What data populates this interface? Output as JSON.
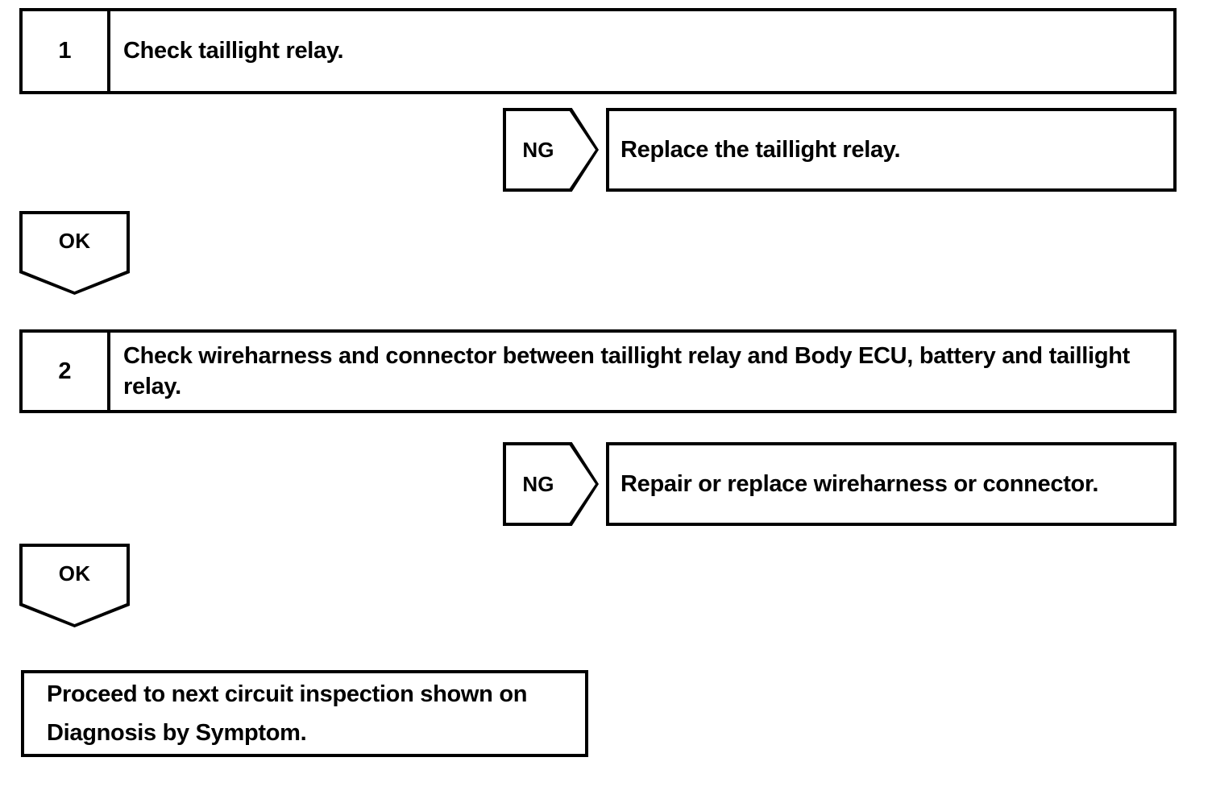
{
  "diagram": {
    "type": "troubleshooting-flowchart",
    "steps": [
      {
        "number": "1",
        "text": "Check taillight relay.",
        "ng": {
          "label": "NG",
          "action": "Replace the taillight relay."
        },
        "ok": {
          "label": "OK"
        }
      },
      {
        "number": "2",
        "line1": "Check wireharness and connector between taillight relay and Body ECU, battery",
        "line2": "and taillight relay.",
        "ng": {
          "label": "NG",
          "action": "Repair or replace wireharness or connector."
        },
        "ok": {
          "label": "OK"
        }
      }
    ],
    "final": {
      "line1": "Proceed to next circuit inspection shown on",
      "line2": "Diagnosis by Symptom."
    },
    "colors": {
      "ink": "#000000",
      "paper": "#ffffff"
    }
  }
}
